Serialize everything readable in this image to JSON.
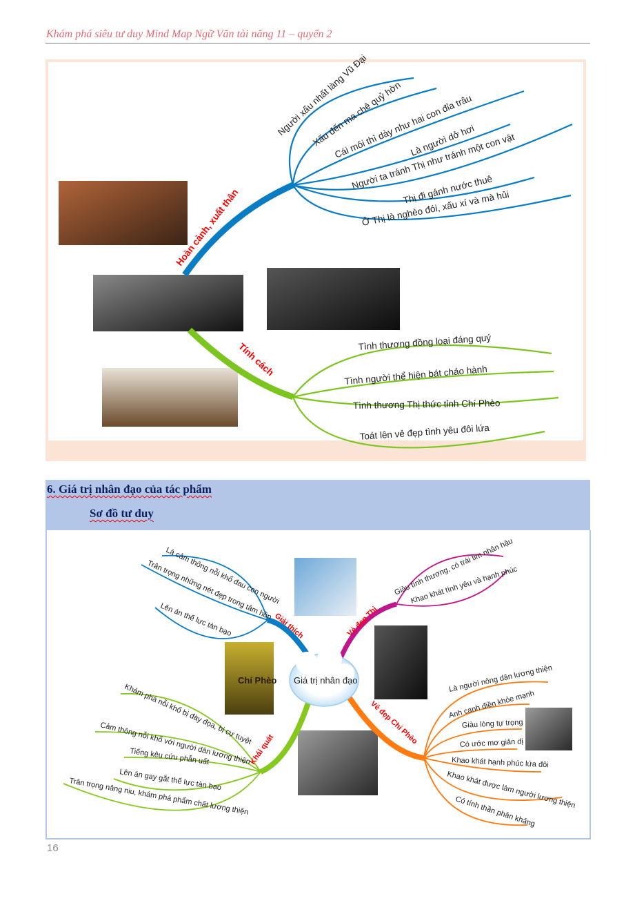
{
  "header": {
    "title": "Khám phá siêu tư duy Mind Map Ngữ Văn tài năng 11 – quyển 2"
  },
  "map1": {
    "branches": [
      {
        "label": "Hoàn cảnh, xuất thân",
        "color": "#0a7cc4",
        "items": [
          "Người xấu nhất làng Vũ Đại",
          "Xấu đến ma chê quỷ hờn",
          "Cái môi thì dày như hai con đỉa trâu",
          "Là người dở hơi",
          "Người ta tránh Thị như tránh một con vật",
          "Thị đi gánh nước thuê",
          "Ở Thị là nghèo đói, xấu xí và mà hủi"
        ]
      },
      {
        "label": "Tính cách",
        "color": "#7cc520",
        "items": [
          "Tình thương đồng loại đáng quý",
          "Tình người thể hiện bát cháo hành",
          "Tình thương Thị thức tỉnh Chí Phèo",
          "Toát lên vẻ đẹp tình yêu đôi lứa"
        ]
      }
    ]
  },
  "section": {
    "title": "6. Giá trị nhân đạo của tác phẩm",
    "subtitle": "Sơ đồ tư duy"
  },
  "map2": {
    "center": "Giá trị nhân đạo",
    "branches": [
      {
        "label": "Giải thích",
        "color": "#0a7cc4",
        "items": [
          "Là cảm thông nỗi khổ đau con người",
          "Trân trọng những nét đẹp trong tâm hồn",
          "Lên án thế lực tàn bạo"
        ]
      },
      {
        "label": "Vẻ đẹp Thị",
        "color": "#c0168c",
        "items": [
          "Giàu tình thương, có trái tim nhân hậu",
          "Khao khát tình yêu và hạnh phúc"
        ]
      },
      {
        "label": "Vẻ đẹp Chí Phèo",
        "color": "#ff7a10",
        "items": [
          "Là người nông dân lương thiện",
          "Anh canh điền khỏe mạnh",
          "Giàu lòng tự trọng",
          "Có ước mơ giản dị",
          "Khao khát hạnh phúc lứa đôi",
          "Khao khát được làm người lương thiện",
          "Có tính thần phản kháng"
        ]
      },
      {
        "label": "Khái quát",
        "color": "#86c81e",
        "items": [
          "Khám phá nỗi khổ bị đày đọa, bị cự tuyệt",
          "Cảm thông nỗi khổ với người dân lương thiện",
          "Tiếng kêu cứu phẫn uất",
          "Lên án gay gắt thế lực tàn bạo",
          "Trân trọng nâng niu, khám phá phẩm chất lương thiện"
        ]
      }
    ],
    "poster_text": "Chí Phèo"
  },
  "page_number": "16"
}
